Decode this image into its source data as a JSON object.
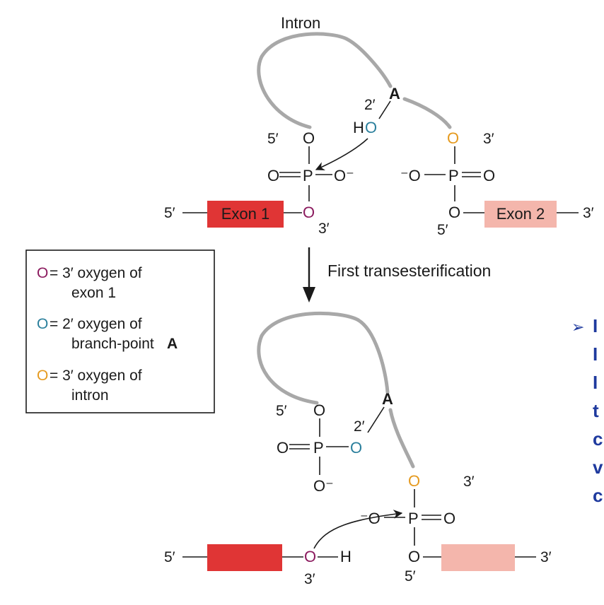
{
  "intron_label": "Intron",
  "branch_a": "A",
  "top": {
    "five_prime_intron": "5′",
    "two_prime": "2′",
    "ho": "H",
    "o": "O",
    "p": "P",
    "o_minus": "O⁻",
    "minus_o": "⁻O",
    "three_prime_intron": "3′",
    "five_prime_left": "5′",
    "three_prime_exon1": "3′",
    "five_prime_exon2": "5′",
    "three_prime_right": "3′",
    "exon1": "Exon 1",
    "exon2": "Exon 2"
  },
  "arrow_caption": "First transesterification",
  "legend": {
    "row1_a": "= 3′ oxygen of",
    "row1_b": "exon 1",
    "row2_a": "= 2′ oxygen of",
    "row2_b": "branch-point",
    "row2_bold": "A",
    "row3_a": "= 3′ oxygen of",
    "row3_b": "intron",
    "o": "O"
  },
  "bottom": {
    "five_prime_intron": "5′",
    "two_prime": "2′",
    "o": "O",
    "p": "P",
    "o_minus": "O⁻",
    "minus_o": "⁻O",
    "three_prime_intron": "3′",
    "five_prime_left": "5′",
    "h": "H",
    "three_prime_exon1": "3′",
    "five_prime_exon2": "5′",
    "three_prime_right": "3′"
  },
  "side_bullet": "➢",
  "side_letters": [
    "I",
    "I",
    "I",
    "t",
    "c",
    "v",
    "c"
  ],
  "colors": {
    "exon1": "#e03535",
    "exon2": "#f4b6ac",
    "exon1_oxygen": "#8b1a5e",
    "branch_oxygen": "#2a7f9c",
    "intron_oxygen": "#e59a1f",
    "side_text": "#1f3a9e"
  }
}
